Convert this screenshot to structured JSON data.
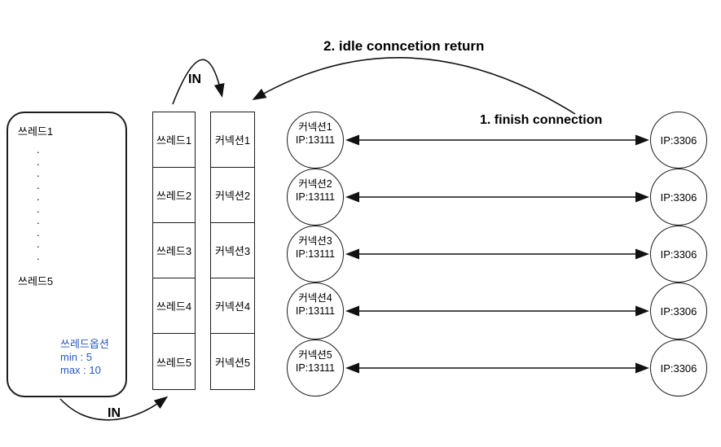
{
  "colors": {
    "accent_blue": "#2456c4",
    "line": "#1c1c1c"
  },
  "arrows": {
    "idle_return_label": "2. idle conncetion return",
    "finish_label": "1. finish connection",
    "in_top_label": "IN",
    "in_bottom_label": "IN"
  },
  "thread_pool_panel": {
    "first_thread": "쓰레드1",
    "ellipsis": ".\n.\n.\n.\n.\n.\n.\n.\n.\n.",
    "last_thread": "쓰레드5",
    "options": {
      "title": "쓰레드옵션",
      "min": "min : 5",
      "max": "max : 10"
    }
  },
  "thread_stack": {
    "items": [
      "쓰레드1",
      "쓰레드2",
      "쓰레드3",
      "쓰레드4",
      "쓰레드5"
    ]
  },
  "connection_stack": {
    "items": [
      "커넥션1",
      "커넥션2",
      "커넥션3",
      "커넥션4",
      "커넥션5"
    ]
  },
  "connection_nodes": [
    {
      "name": "커넥션1",
      "ip": "IP:13111"
    },
    {
      "name": "커넥션2",
      "ip": "IP:13111"
    },
    {
      "name": "커넥션3",
      "ip": "IP:13111"
    },
    {
      "name": "커넥션4",
      "ip": "IP:13111"
    },
    {
      "name": "커넥션5",
      "ip": "IP:13111"
    }
  ],
  "db_nodes": [
    {
      "ip": "IP:3306"
    },
    {
      "ip": "IP:3306"
    },
    {
      "ip": "IP:3306"
    },
    {
      "ip": "IP:3306"
    },
    {
      "ip": "IP:3306"
    }
  ]
}
